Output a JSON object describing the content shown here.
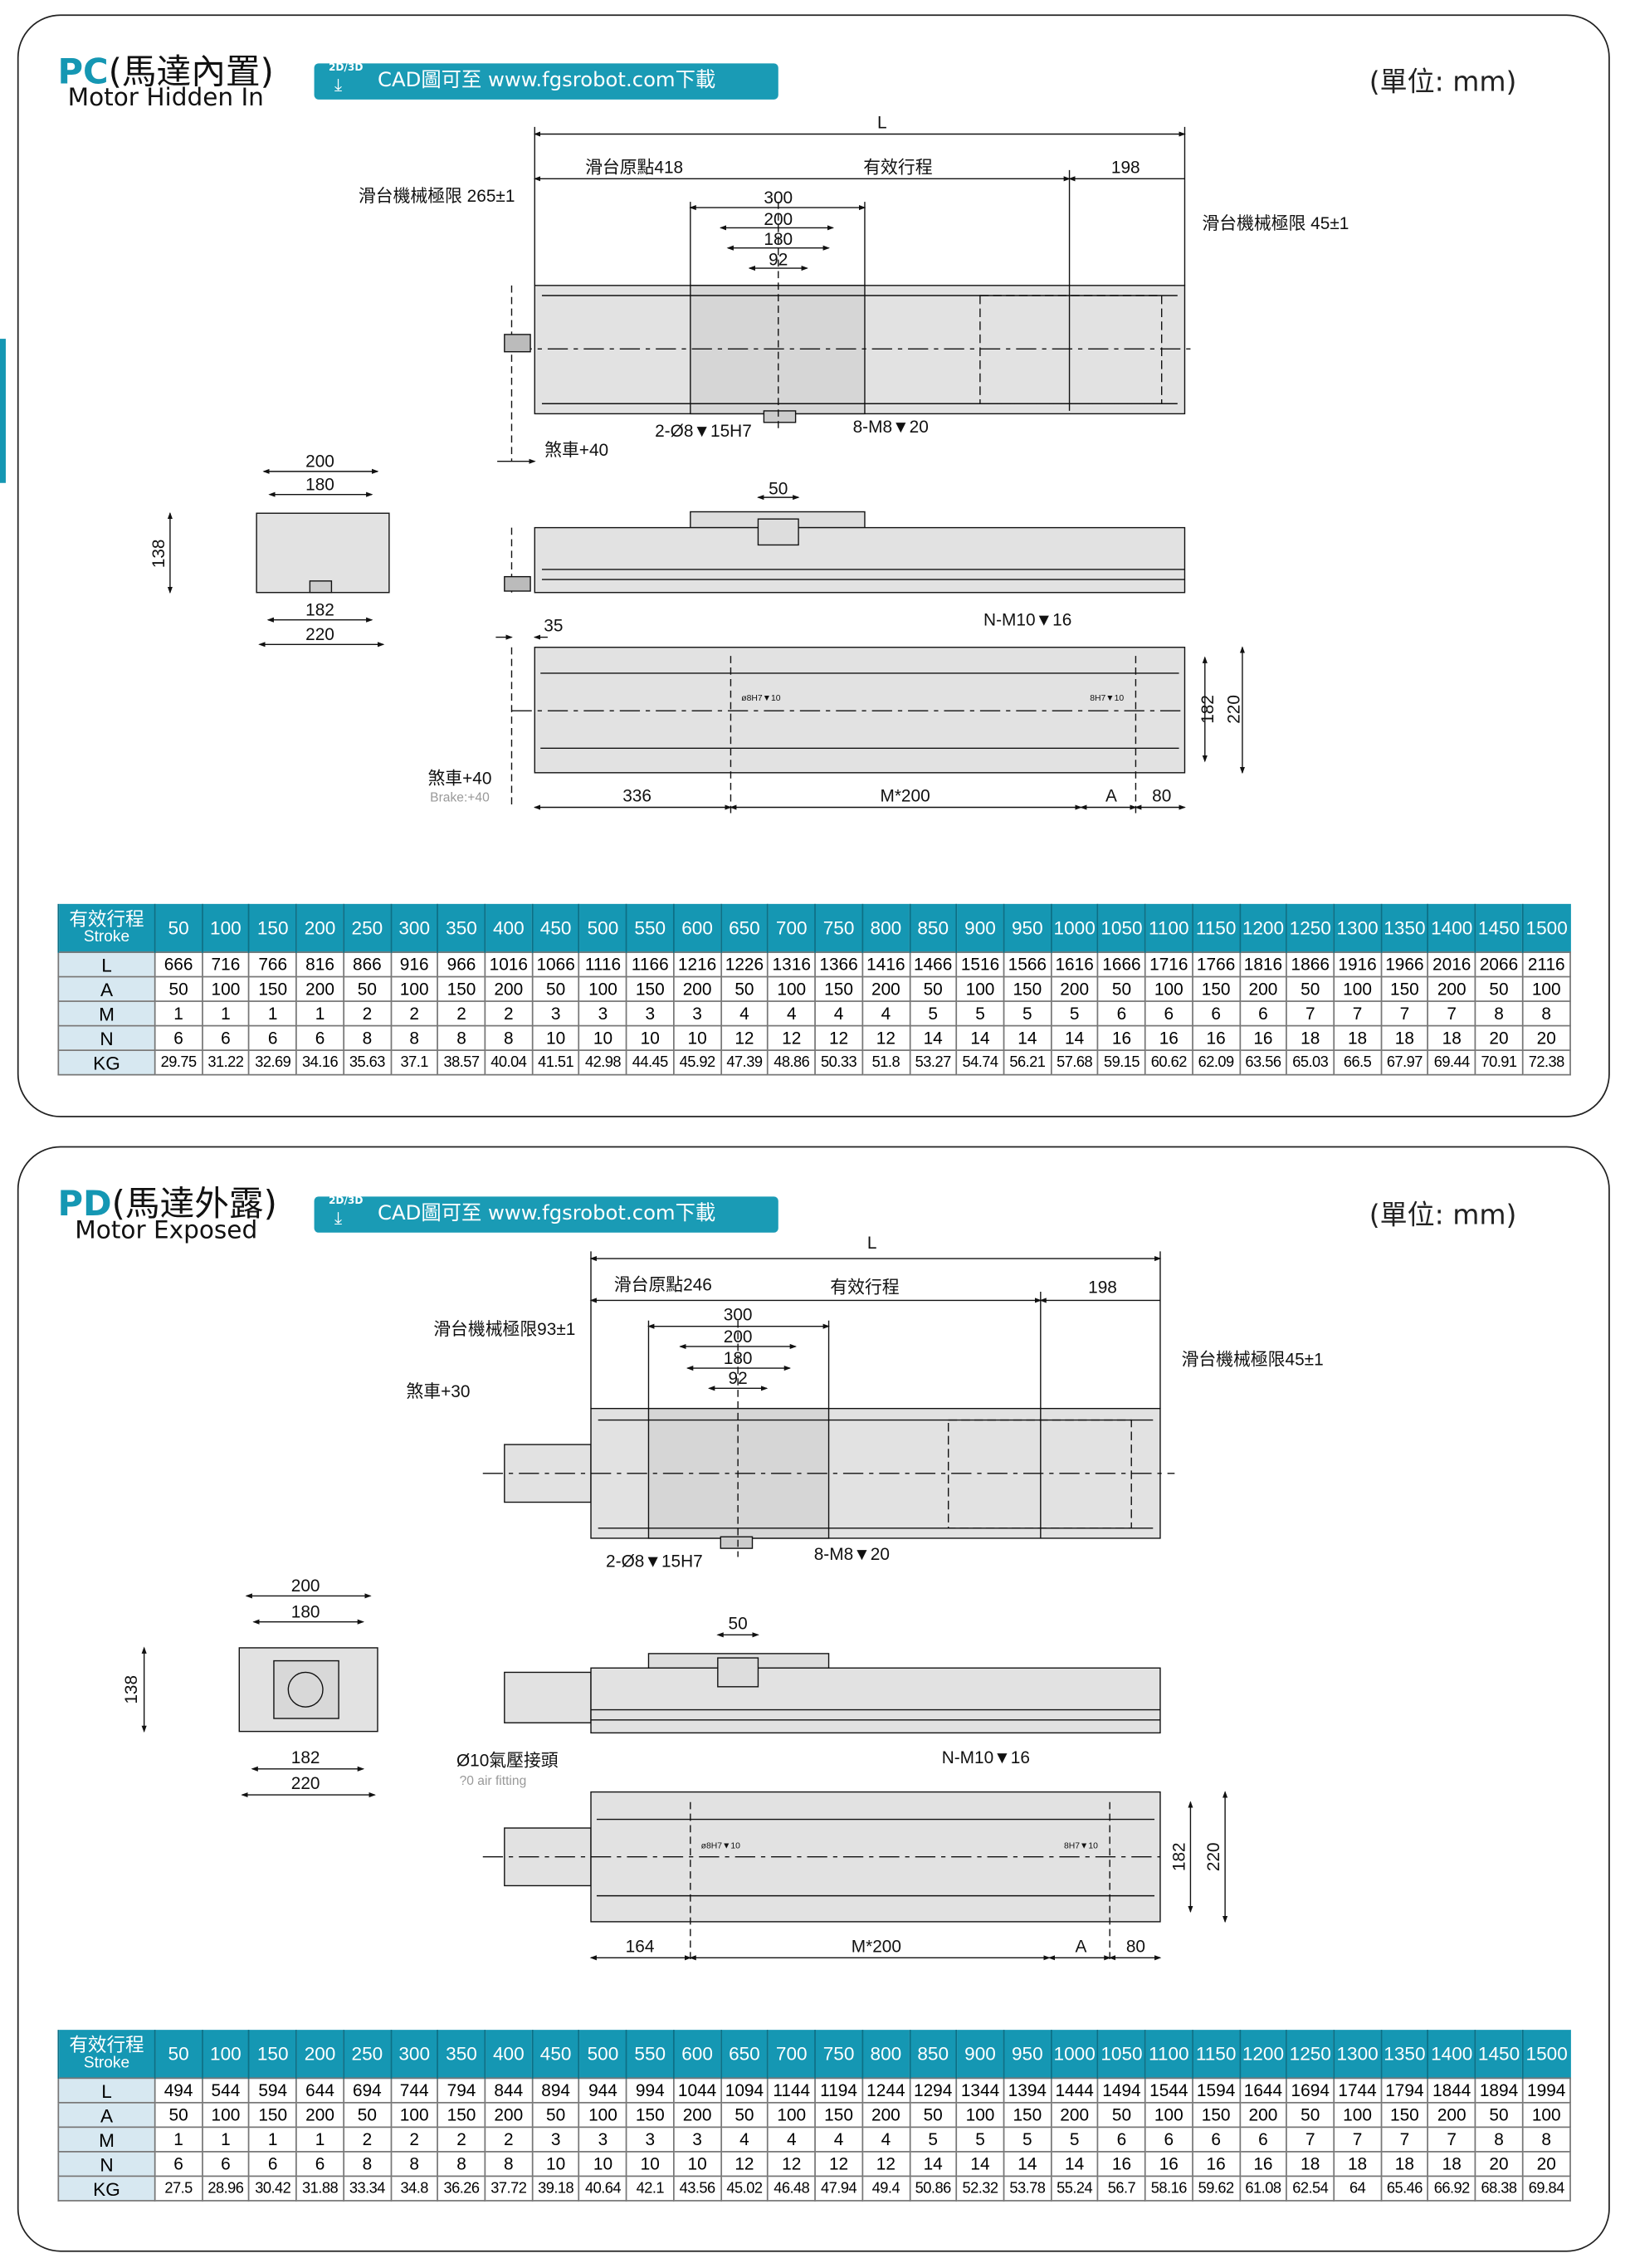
{
  "pc": {
    "code": "PC",
    "title_cn": "(馬達內置)",
    "subtitle": "Motor Hidden In",
    "cad_badge": "2D/3D",
    "cad_text": "CAD圖可至 www.fgsrobot.com下載",
    "unit": "(單位: mm)",
    "labels": {
      "L": "L",
      "origin": "滑台原點418",
      "stroke": "有效行程",
      "d198": "198",
      "limit_left": "滑台機械極限 265±1",
      "limit_right": "滑台機械極限 45±1",
      "d300": "300",
      "d200": "200",
      "d180": "180",
      "d92": "92",
      "pin": "2-Ø8▼15H7",
      "tap": "8-M8▼20",
      "brake": "煞車+40",
      "d50": "50",
      "end_200": "200",
      "end_180": "180",
      "end_138": "138",
      "end_182": "182",
      "end_220": "220",
      "d35": "35",
      "nm10": "N-M10▼16",
      "pin_small": "ø8H7▼10",
      "pin_small2": "8H7▼10",
      "v182": "182",
      "v220": "220",
      "brake2": "煞車+40",
      "brake_en": "Brake:+40",
      "b336": "336",
      "bm200": "M*200",
      "bA": "A",
      "b80": "80"
    },
    "table": {
      "header_cn": "有效行程",
      "header_en": "Stroke",
      "strokes": [
        50,
        100,
        150,
        200,
        250,
        300,
        350,
        400,
        450,
        500,
        550,
        600,
        650,
        700,
        750,
        800,
        850,
        900,
        950,
        1000,
        1050,
        1100,
        1150,
        1200,
        1250,
        1300,
        1350,
        1400,
        1450,
        1500
      ],
      "rows": [
        {
          "label": "L",
          "values": [
            666,
            716,
            766,
            816,
            866,
            916,
            966,
            1016,
            1066,
            1116,
            1166,
            1216,
            1226,
            1316,
            1366,
            1416,
            1466,
            1516,
            1566,
            1616,
            1666,
            1716,
            1766,
            1816,
            1866,
            1916,
            1966,
            2016,
            2066,
            2116
          ]
        },
        {
          "label": "A",
          "values": [
            50,
            100,
            150,
            200,
            50,
            100,
            150,
            200,
            50,
            100,
            150,
            200,
            50,
            100,
            150,
            200,
            50,
            100,
            150,
            200,
            50,
            100,
            150,
            200,
            50,
            100,
            150,
            200,
            50,
            100
          ]
        },
        {
          "label": "M",
          "values": [
            1,
            1,
            1,
            1,
            2,
            2,
            2,
            2,
            3,
            3,
            3,
            3,
            4,
            4,
            4,
            4,
            5,
            5,
            5,
            5,
            6,
            6,
            6,
            6,
            7,
            7,
            7,
            7,
            8,
            8
          ]
        },
        {
          "label": "N",
          "values": [
            6,
            6,
            6,
            6,
            8,
            8,
            8,
            8,
            10,
            10,
            10,
            10,
            12,
            12,
            12,
            12,
            14,
            14,
            14,
            14,
            16,
            16,
            16,
            16,
            18,
            18,
            18,
            18,
            20,
            20
          ]
        },
        {
          "label": "KG",
          "values": [
            "29.75",
            "31.22",
            "32.69",
            "34.16",
            "35.63",
            "37.1",
            "38.57",
            "40.04",
            "41.51",
            "42.98",
            "44.45",
            "45.92",
            "47.39",
            "48.86",
            "50.33",
            "51.8",
            "53.27",
            "54.74",
            "56.21",
            "57.68",
            "59.15",
            "60.62",
            "62.09",
            "63.56",
            "65.03",
            "66.5",
            "67.97",
            "69.44",
            "70.91",
            "72.38"
          ]
        }
      ]
    }
  },
  "pd": {
    "code": "PD",
    "title_cn": "(馬達外露)",
    "subtitle": "Motor Exposed",
    "cad_badge": "2D/3D",
    "cad_text": "CAD圖可至 www.fgsrobot.com下載",
    "unit": "(單位: mm)",
    "labels": {
      "L": "L",
      "origin": "滑台原點246",
      "stroke": "有效行程",
      "d198": "198",
      "limit_left": "滑台機械極限93±1",
      "limit_right": "滑台機械極限45±1",
      "d300": "300",
      "d200": "200",
      "d180": "180",
      "d92": "92",
      "pin": "2-Ø8▼15H7",
      "tap": "8-M8▼20",
      "brake": "煞車+30",
      "d50": "50",
      "end_200": "200",
      "end_180": "180",
      "end_138": "138",
      "end_182": "182",
      "end_220": "220",
      "air": "Ø10氣壓接頭",
      "air_en": "?0 air fitting",
      "nm10": "N-M10▼16",
      "pin_small": "ø8H7▼10",
      "pin_small2": "8H7▼10",
      "v182": "182",
      "v220": "220",
      "b164": "164",
      "bm200": "M*200",
      "bA": "A",
      "b80": "80"
    },
    "table": {
      "header_cn": "有效行程",
      "header_en": "Stroke",
      "strokes": [
        50,
        100,
        150,
        200,
        250,
        300,
        350,
        400,
        450,
        500,
        550,
        600,
        650,
        700,
        750,
        800,
        850,
        900,
        950,
        1000,
        1050,
        1100,
        1150,
        1200,
        1250,
        1300,
        1350,
        1400,
        1450,
        1500
      ],
      "rows": [
        {
          "label": "L",
          "values": [
            494,
            544,
            594,
            644,
            694,
            744,
            794,
            844,
            894,
            944,
            994,
            1044,
            1094,
            1144,
            1194,
            1244,
            1294,
            1344,
            1394,
            1444,
            1494,
            1544,
            1594,
            1644,
            1694,
            1744,
            1794,
            1844,
            1894,
            1994
          ]
        },
        {
          "label": "A",
          "values": [
            50,
            100,
            150,
            200,
            50,
            100,
            150,
            200,
            50,
            100,
            150,
            200,
            50,
            100,
            150,
            200,
            50,
            100,
            150,
            200,
            50,
            100,
            150,
            200,
            50,
            100,
            150,
            200,
            50,
            100
          ]
        },
        {
          "label": "M",
          "values": [
            1,
            1,
            1,
            1,
            2,
            2,
            2,
            2,
            3,
            3,
            3,
            3,
            4,
            4,
            4,
            4,
            5,
            5,
            5,
            5,
            6,
            6,
            6,
            6,
            7,
            7,
            7,
            7,
            8,
            8
          ]
        },
        {
          "label": "N",
          "values": [
            6,
            6,
            6,
            6,
            8,
            8,
            8,
            8,
            10,
            10,
            10,
            10,
            12,
            12,
            12,
            12,
            14,
            14,
            14,
            14,
            16,
            16,
            16,
            16,
            18,
            18,
            18,
            18,
            20,
            20
          ]
        },
        {
          "label": "KG",
          "values": [
            "27.5",
            "28.96",
            "30.42",
            "31.88",
            "33.34",
            "34.8",
            "36.26",
            "37.72",
            "39.18",
            "40.64",
            "42.1",
            "43.56",
            "45.02",
            "46.48",
            "47.94",
            "49.4",
            "50.86",
            "52.32",
            "53.78",
            "55.24",
            "56.7",
            "58.16",
            "59.62",
            "61.08",
            "62.54",
            "64",
            "65.46",
            "66.92",
            "68.38",
            "69.84"
          ]
        }
      ]
    }
  },
  "colors": {
    "accent": "#1597b3",
    "row_header": "#d7e8f1",
    "body_fill": "#e2e2e2"
  }
}
